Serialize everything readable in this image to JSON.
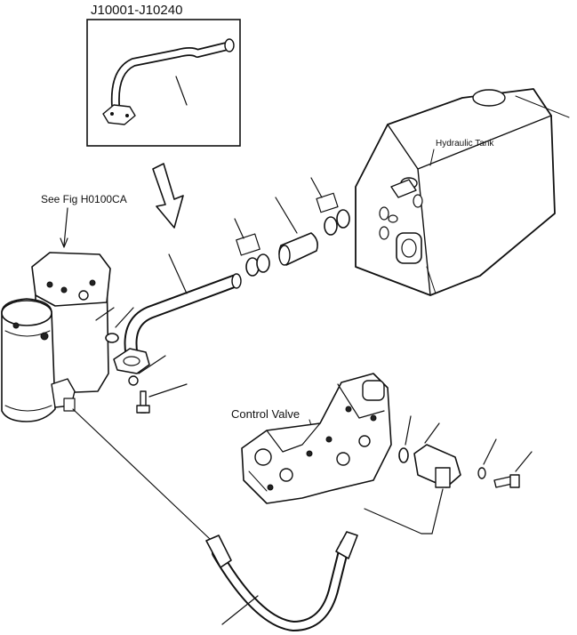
{
  "labels": {
    "serial_range": "J10001-J10240",
    "see_fig": "See Fig H0100CA",
    "hydraulic_tank": "Hydraulic Tank",
    "control_valve": "Control Valve"
  },
  "colors": {
    "ink": "#111111",
    "background": "#ffffff"
  }
}
